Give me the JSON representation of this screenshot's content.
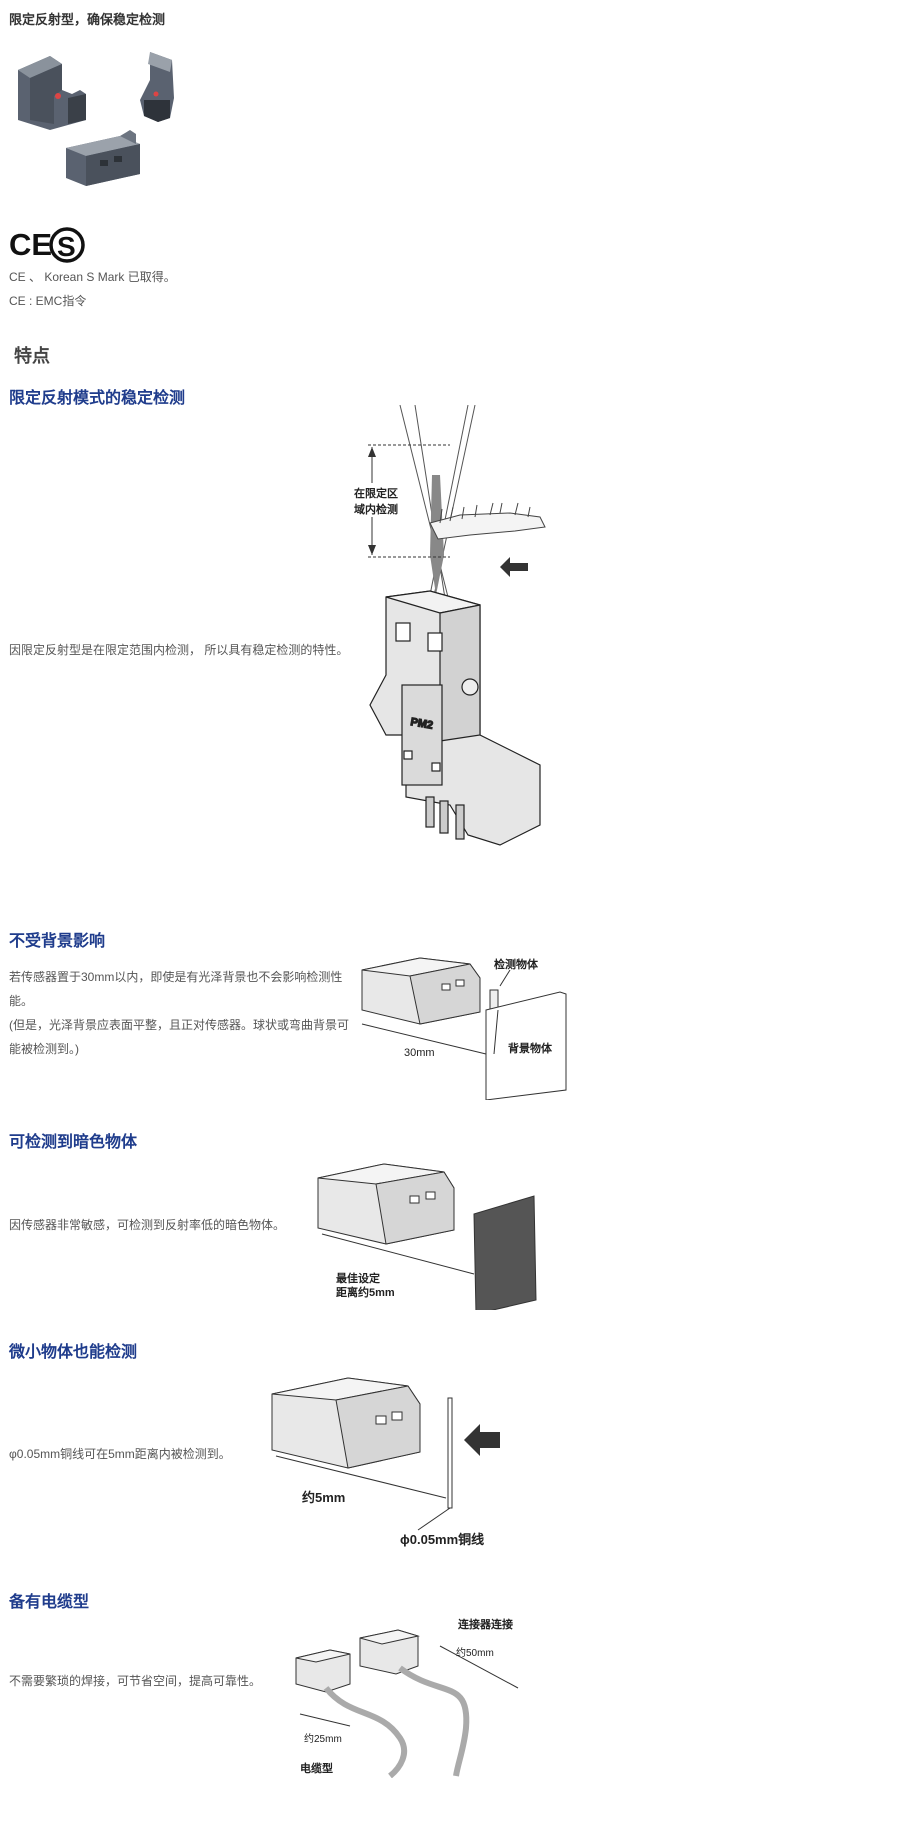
{
  "header": {
    "title": "限定反射型，确保稳定检测"
  },
  "certifications": {
    "ce_logo": "CE",
    "s_logo": "S",
    "line1": "CE 、 Korean S Mark 已取得。",
    "line2": "CE : EMC指令"
  },
  "features_heading": "特点",
  "sections": [
    {
      "title": "限定反射模式的稳定检测",
      "text": "因限定反射型是在限定范围内检测， 所以具有稳定检测的特性。",
      "labels": [
        "在限定区",
        "域内检测",
        "PM2"
      ]
    },
    {
      "title": "不受背景影响",
      "lines": [
        "若传感器置于30mm以内，即使是有光泽背景也不会影响检测性",
        "能。",
        "(但是，光泽背景应表面平整，且正对传感器。球状或弯曲背景可",
        "能被检测到。)"
      ],
      "labels": [
        "检测物体",
        "背景物体",
        "30mm"
      ]
    },
    {
      "title": "可检测到暗色物体",
      "text": "因传感器非常敏感，可检测到反射率低的暗色物体。",
      "labels": [
        "最佳设定",
        "距离约5mm"
      ]
    },
    {
      "title": "微小物体也能检测",
      "text": "φ0.05mm铜线可在5mm距离内被检测到。",
      "labels": [
        "约5mm",
        "ϕ0.05mm铜线"
      ]
    },
    {
      "title": "备有电缆型",
      "text": "不需要繁琐的焊接，可节省空间，提高可靠性。",
      "labels": [
        "连接器连接",
        "约50mm",
        "约25mm",
        "电缆型"
      ]
    }
  ]
}
